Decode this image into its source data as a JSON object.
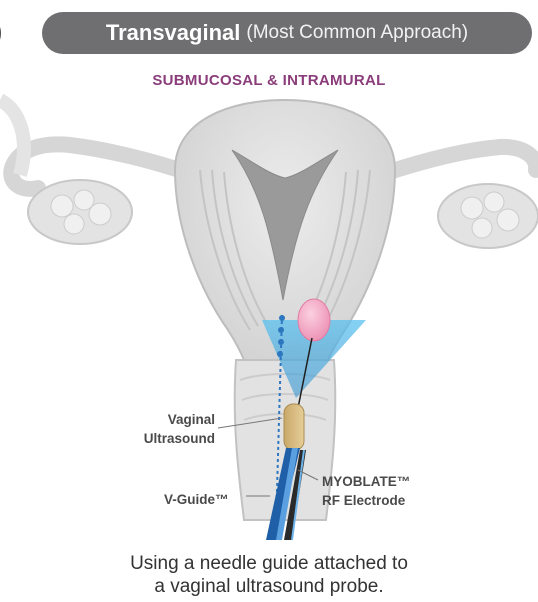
{
  "header": {
    "title_bold": "Transvaginal",
    "title_light": "(Most Common Approach)",
    "left_fragment": ")"
  },
  "subtitle": "SUBMUCOSAL & INTRAMURAL",
  "labels": {
    "vaginal_ultrasound_line1": "Vaginal",
    "vaginal_ultrasound_line2": "Ultrasound",
    "v_guide": "V-Guide™",
    "myoblate_line1": "MYOBLATE™",
    "myoblate_line2": "RF Electrode"
  },
  "caption": {
    "line1": "Using a needle guide attached to",
    "line2": "a vaginal ultrasound probe."
  },
  "colors": {
    "header_bg": "#6f6f72",
    "subtitle": "#8a3d7a",
    "fibroid": "#f5a9c4",
    "ultrasound_beam": "#37a6e0",
    "probe_blue": "#1f5fa8",
    "uterus_gray": "#d9d9d9"
  }
}
